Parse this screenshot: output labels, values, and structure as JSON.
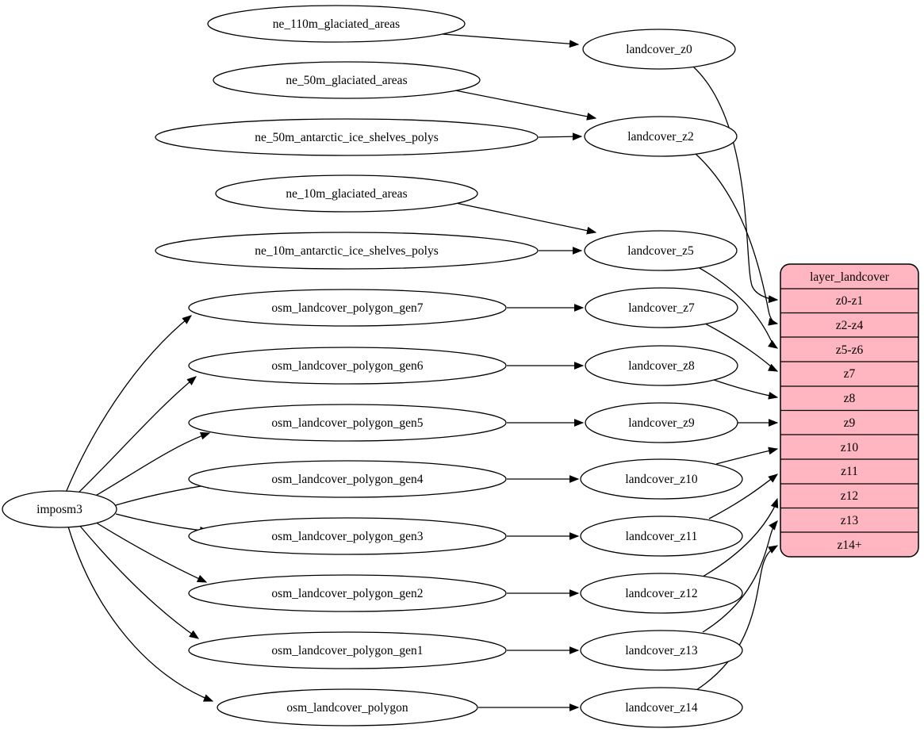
{
  "graph": {
    "background": "#ffffff",
    "node_stroke": "#000000",
    "importer": {
      "label": "imposm3"
    },
    "sources": [
      {
        "label": "ne_110m_glaciated_areas"
      },
      {
        "label": "ne_50m_glaciated_areas"
      },
      {
        "label": "ne_50m_antarctic_ice_shelves_polys"
      },
      {
        "label": "ne_10m_glaciated_areas"
      },
      {
        "label": "ne_10m_antarctic_ice_shelves_polys"
      },
      {
        "label": "osm_landcover_polygon_gen7"
      },
      {
        "label": "osm_landcover_polygon_gen6"
      },
      {
        "label": "osm_landcover_polygon_gen5"
      },
      {
        "label": "osm_landcover_polygon_gen4"
      },
      {
        "label": "osm_landcover_polygon_gen3"
      },
      {
        "label": "osm_landcover_polygon_gen2"
      },
      {
        "label": "osm_landcover_polygon_gen1"
      },
      {
        "label": "osm_landcover_polygon"
      }
    ],
    "intermediates": [
      {
        "label": "landcover_z0"
      },
      {
        "label": "landcover_z2"
      },
      {
        "label": "landcover_z5"
      },
      {
        "label": "landcover_z7"
      },
      {
        "label": "landcover_z8"
      },
      {
        "label": "landcover_z9"
      },
      {
        "label": "landcover_z10"
      },
      {
        "label": "landcover_z11"
      },
      {
        "label": "landcover_z12"
      },
      {
        "label": "landcover_z13"
      },
      {
        "label": "landcover_z14"
      }
    ],
    "layer": {
      "header": "layer_landcover",
      "fill": "#ffb6c1",
      "rows": [
        {
          "label": "z0-z1"
        },
        {
          "label": "z2-z4"
        },
        {
          "label": "z5-z6"
        },
        {
          "label": "z7"
        },
        {
          "label": "z8"
        },
        {
          "label": "z9"
        },
        {
          "label": "z10"
        },
        {
          "label": "z11"
        },
        {
          "label": "z12"
        },
        {
          "label": "z13"
        },
        {
          "label": "z14+"
        }
      ]
    },
    "edges": [
      {
        "from": "imposm3",
        "to": "osm_landcover_polygon_gen7"
      },
      {
        "from": "imposm3",
        "to": "osm_landcover_polygon_gen6"
      },
      {
        "from": "imposm3",
        "to": "osm_landcover_polygon_gen5"
      },
      {
        "from": "imposm3",
        "to": "osm_landcover_polygon_gen4"
      },
      {
        "from": "imposm3",
        "to": "osm_landcover_polygon_gen3"
      },
      {
        "from": "imposm3",
        "to": "osm_landcover_polygon_gen2"
      },
      {
        "from": "imposm3",
        "to": "osm_landcover_polygon_gen1"
      },
      {
        "from": "imposm3",
        "to": "osm_landcover_polygon"
      },
      {
        "from": "ne_110m_glaciated_areas",
        "to": "landcover_z0"
      },
      {
        "from": "ne_50m_glaciated_areas",
        "to": "landcover_z2"
      },
      {
        "from": "ne_50m_antarctic_ice_shelves_polys",
        "to": "landcover_z2"
      },
      {
        "from": "ne_10m_glaciated_areas",
        "to": "landcover_z5"
      },
      {
        "from": "ne_10m_antarctic_ice_shelves_polys",
        "to": "landcover_z5"
      },
      {
        "from": "osm_landcover_polygon_gen7",
        "to": "landcover_z7"
      },
      {
        "from": "osm_landcover_polygon_gen6",
        "to": "landcover_z8"
      },
      {
        "from": "osm_landcover_polygon_gen5",
        "to": "landcover_z9"
      },
      {
        "from": "osm_landcover_polygon_gen4",
        "to": "landcover_z10"
      },
      {
        "from": "osm_landcover_polygon_gen3",
        "to": "landcover_z11"
      },
      {
        "from": "osm_landcover_polygon_gen2",
        "to": "landcover_z12"
      },
      {
        "from": "osm_landcover_polygon_gen1",
        "to": "landcover_z13"
      },
      {
        "from": "osm_landcover_polygon",
        "to": "landcover_z14"
      },
      {
        "from": "landcover_z0",
        "to": "layer_landcover",
        "port": "z0-z1"
      },
      {
        "from": "landcover_z2",
        "to": "layer_landcover",
        "port": "z2-z4"
      },
      {
        "from": "landcover_z5",
        "to": "layer_landcover",
        "port": "z5-z6"
      },
      {
        "from": "landcover_z7",
        "to": "layer_landcover",
        "port": "z7"
      },
      {
        "from": "landcover_z8",
        "to": "layer_landcover",
        "port": "z8"
      },
      {
        "from": "landcover_z9",
        "to": "layer_landcover",
        "port": "z9"
      },
      {
        "from": "landcover_z10",
        "to": "layer_landcover",
        "port": "z10"
      },
      {
        "from": "landcover_z11",
        "to": "layer_landcover",
        "port": "z11"
      },
      {
        "from": "landcover_z12",
        "to": "layer_landcover",
        "port": "z12"
      },
      {
        "from": "landcover_z13",
        "to": "layer_landcover",
        "port": "z13"
      },
      {
        "from": "landcover_z14",
        "to": "layer_landcover",
        "port": "z14+"
      }
    ]
  }
}
